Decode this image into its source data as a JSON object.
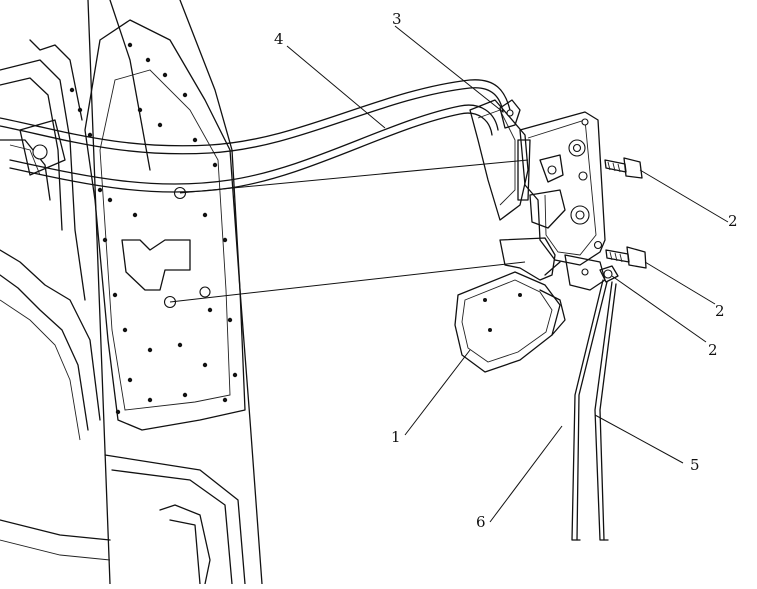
{
  "labels": [
    {
      "id": "part-1",
      "text": "1"
    },
    {
      "id": "part-2a",
      "text": "2"
    },
    {
      "id": "part-2b",
      "text": "2"
    },
    {
      "id": "part-2c",
      "text": "2"
    },
    {
      "id": "part-3",
      "text": "3"
    },
    {
      "id": "part-4",
      "text": "4"
    },
    {
      "id": "part-5",
      "text": "5"
    },
    {
      "id": "part-6",
      "text": "6"
    }
  ],
  "colors": {
    "line": "#111111",
    "background": "#ffffff"
  }
}
